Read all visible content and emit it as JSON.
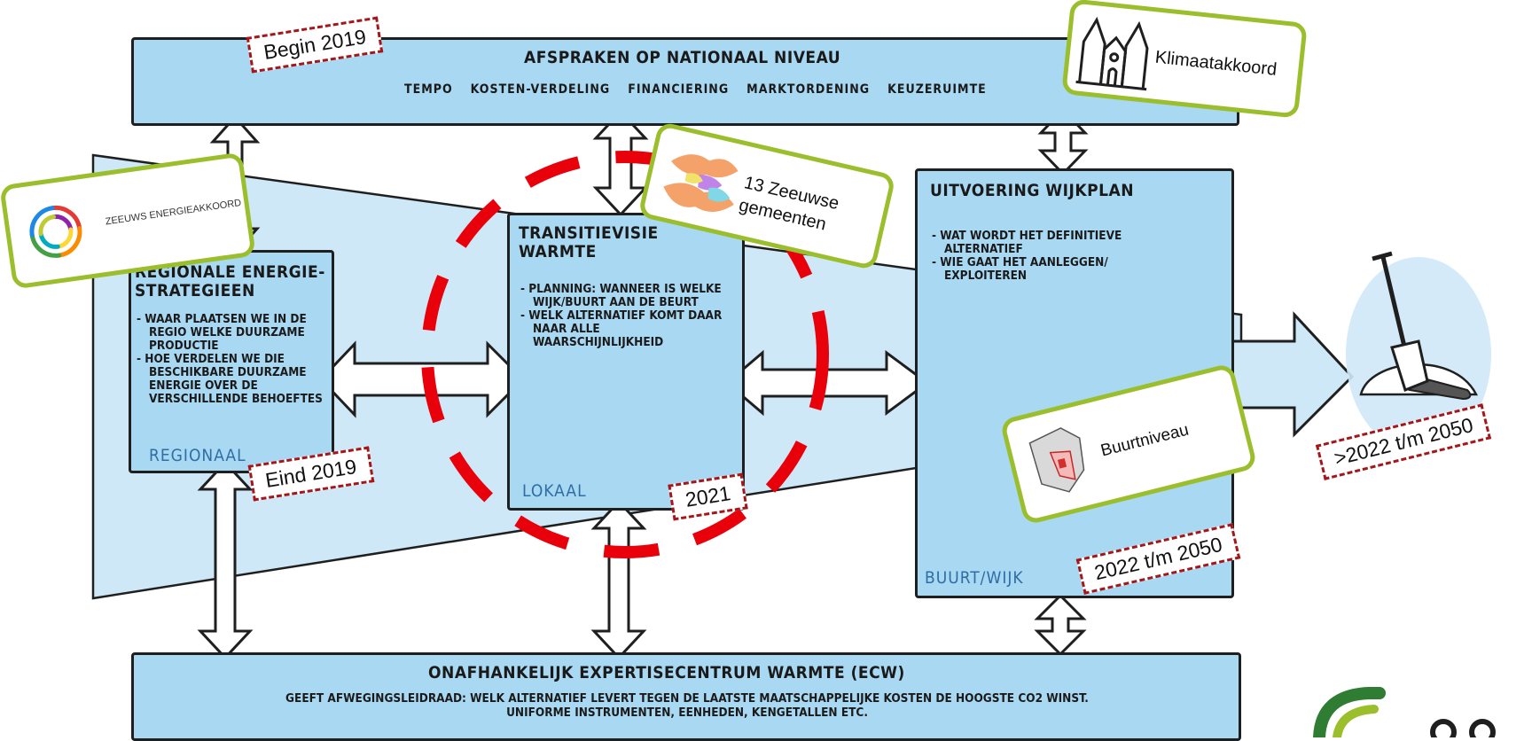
{
  "national": {
    "title": "AFSPRAKEN OP NATIONAAL NIVEAU",
    "topics": [
      "TEMPO",
      "KOSTEN-VERDELING",
      "FINANCIERING",
      "MARKTORDENING",
      "KEUZERUIMTE"
    ]
  },
  "regional": {
    "title": "REGIONALE ENERGIE-STRATEGIEEN",
    "points": [
      "WAAR PLAATSEN WE IN DE REGIO WELKE DUURZAME PRODUCTIE",
      "HOE VERDELEN WE DIE BESCHIKBARE DUURZAME ENERGIE OVER DE VERSCHILLENDE BEHOEFTES"
    ],
    "level": "REGIONAAL"
  },
  "local": {
    "title": "TRANSITIEVISIE WARMTE",
    "points": [
      "PLANNING: WANNEER IS WELKE WIJK/BUURT AAN DE BEURT",
      "WELK ALTERNATIEF KOMT DAAR NAAR ALLE WAARSCHIJNLIJKHEID"
    ],
    "level": "LOKAAL"
  },
  "neighbourhood": {
    "title": "UITVOERING WIJKPLAN",
    "points": [
      "WAT WORDT HET DEFINITIEVE ALTERNATIEF",
      "WIE GAAT HET AANLEGGEN/ EXPLOITEREN"
    ],
    "level": "BUURT/WIJK"
  },
  "ecw": {
    "title": "ONAFHANKELIJK EXPERTISECENTRUM WARMTE (ECW)",
    "line1": "GEEFT AFWEGINGSLEIDRAAD: WELK ALTERNATIEF LEVERT TEGEN DE LAATSTE MAATSCHAPPELIJKE KOSTEN DE HOOGSTE CO2 WINST.",
    "line2": "UNIFORME INSTRUMENTEN, EENHEDEN, KENGETALLEN ETC."
  },
  "dates": {
    "begin": "Begin 2019",
    "eind": "Eind 2019",
    "local": "2021",
    "neighbourhood": "2022 t/m 2050",
    "future": ">2022 t/m 2050"
  },
  "cards": {
    "klimaat": "Klimaatakkoord",
    "zeeuws": "ZEEUWS ENERGIEAKKOORD",
    "gemeenten": "13 Zeeuwse gemeenten",
    "buurt": "Buurtniveau"
  },
  "colors": {
    "panel": "#a9d8f3",
    "band": "#cfe8f7",
    "card_border": "#9bbf2c",
    "date_border": "#a4161a",
    "highlight_circle": "#e8000b"
  }
}
